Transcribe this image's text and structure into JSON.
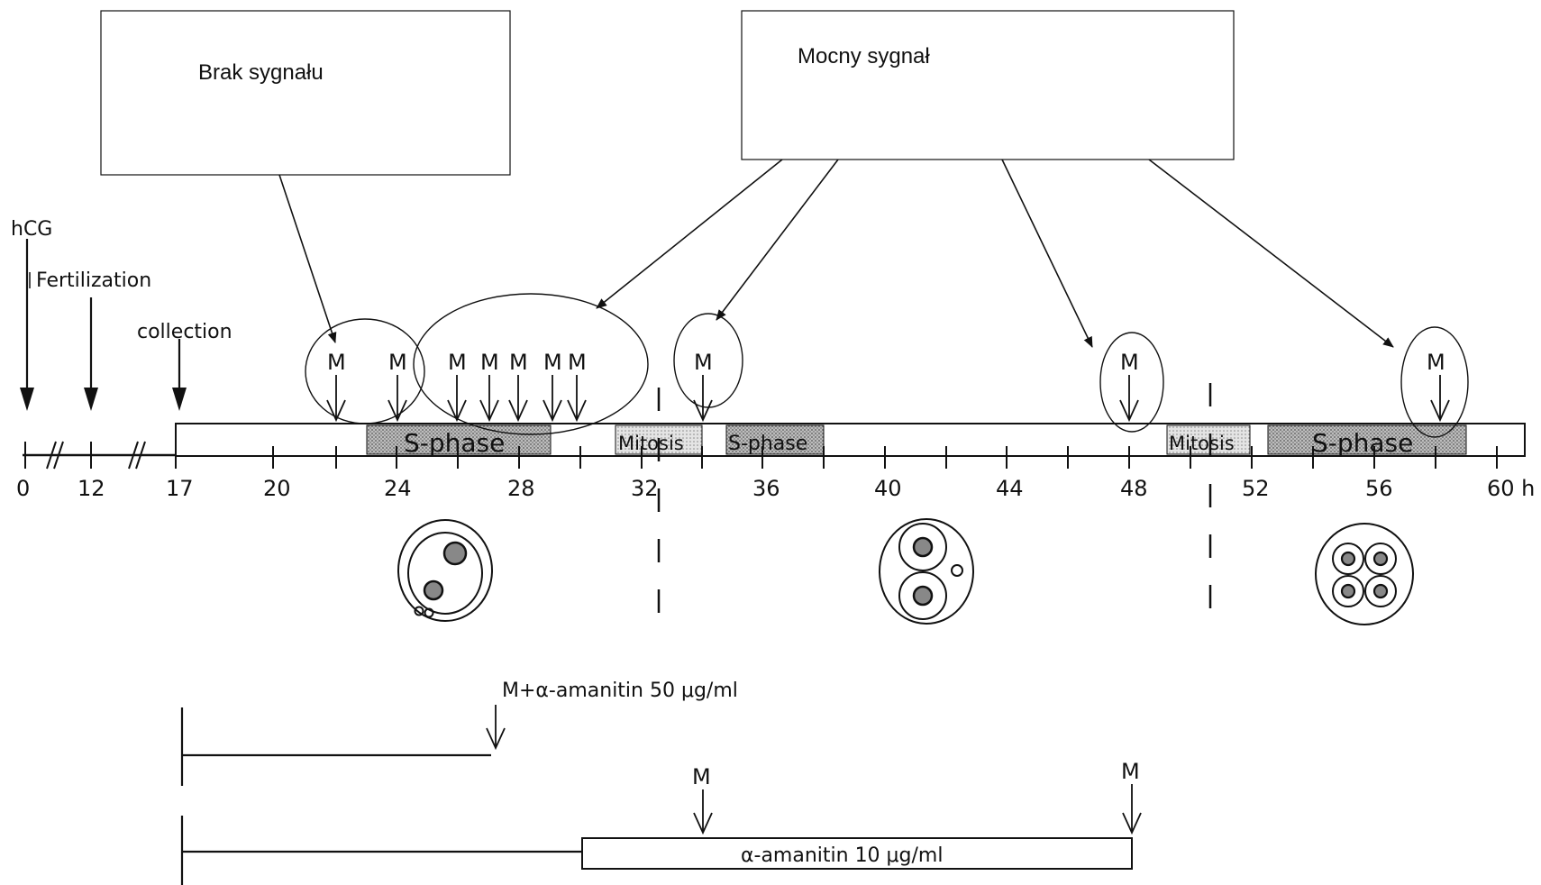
{
  "callouts": {
    "no_signal": "Brak sygnału",
    "strong_signal": "Mocny sygnał"
  },
  "events": {
    "hcg": "hCG",
    "fertilization": "Fertilization",
    "collection": "collection"
  },
  "timeline": {
    "ticks": [
      "0",
      "12",
      "17",
      "20",
      "24",
      "28",
      "32",
      "36",
      "40",
      "44",
      "48",
      "52",
      "56",
      "60 h"
    ],
    "marker": "M",
    "phases": {
      "s_phase_1": "S-phase",
      "mitosis_1": "Mitosis",
      "s_phase_2": "S-phase",
      "mitosis_2": "Mitosis",
      "s_phase_3": "S-phase"
    }
  },
  "treatments": {
    "amanitin_50": "M+α-amanitin 50 μg/ml",
    "amanitin_10": "α-amanitin 10 μg/ml",
    "marker": "M"
  },
  "colors": {
    "ink": "#111111",
    "phase_fill": "#a8a8a8",
    "cell_dot": "#888888"
  }
}
